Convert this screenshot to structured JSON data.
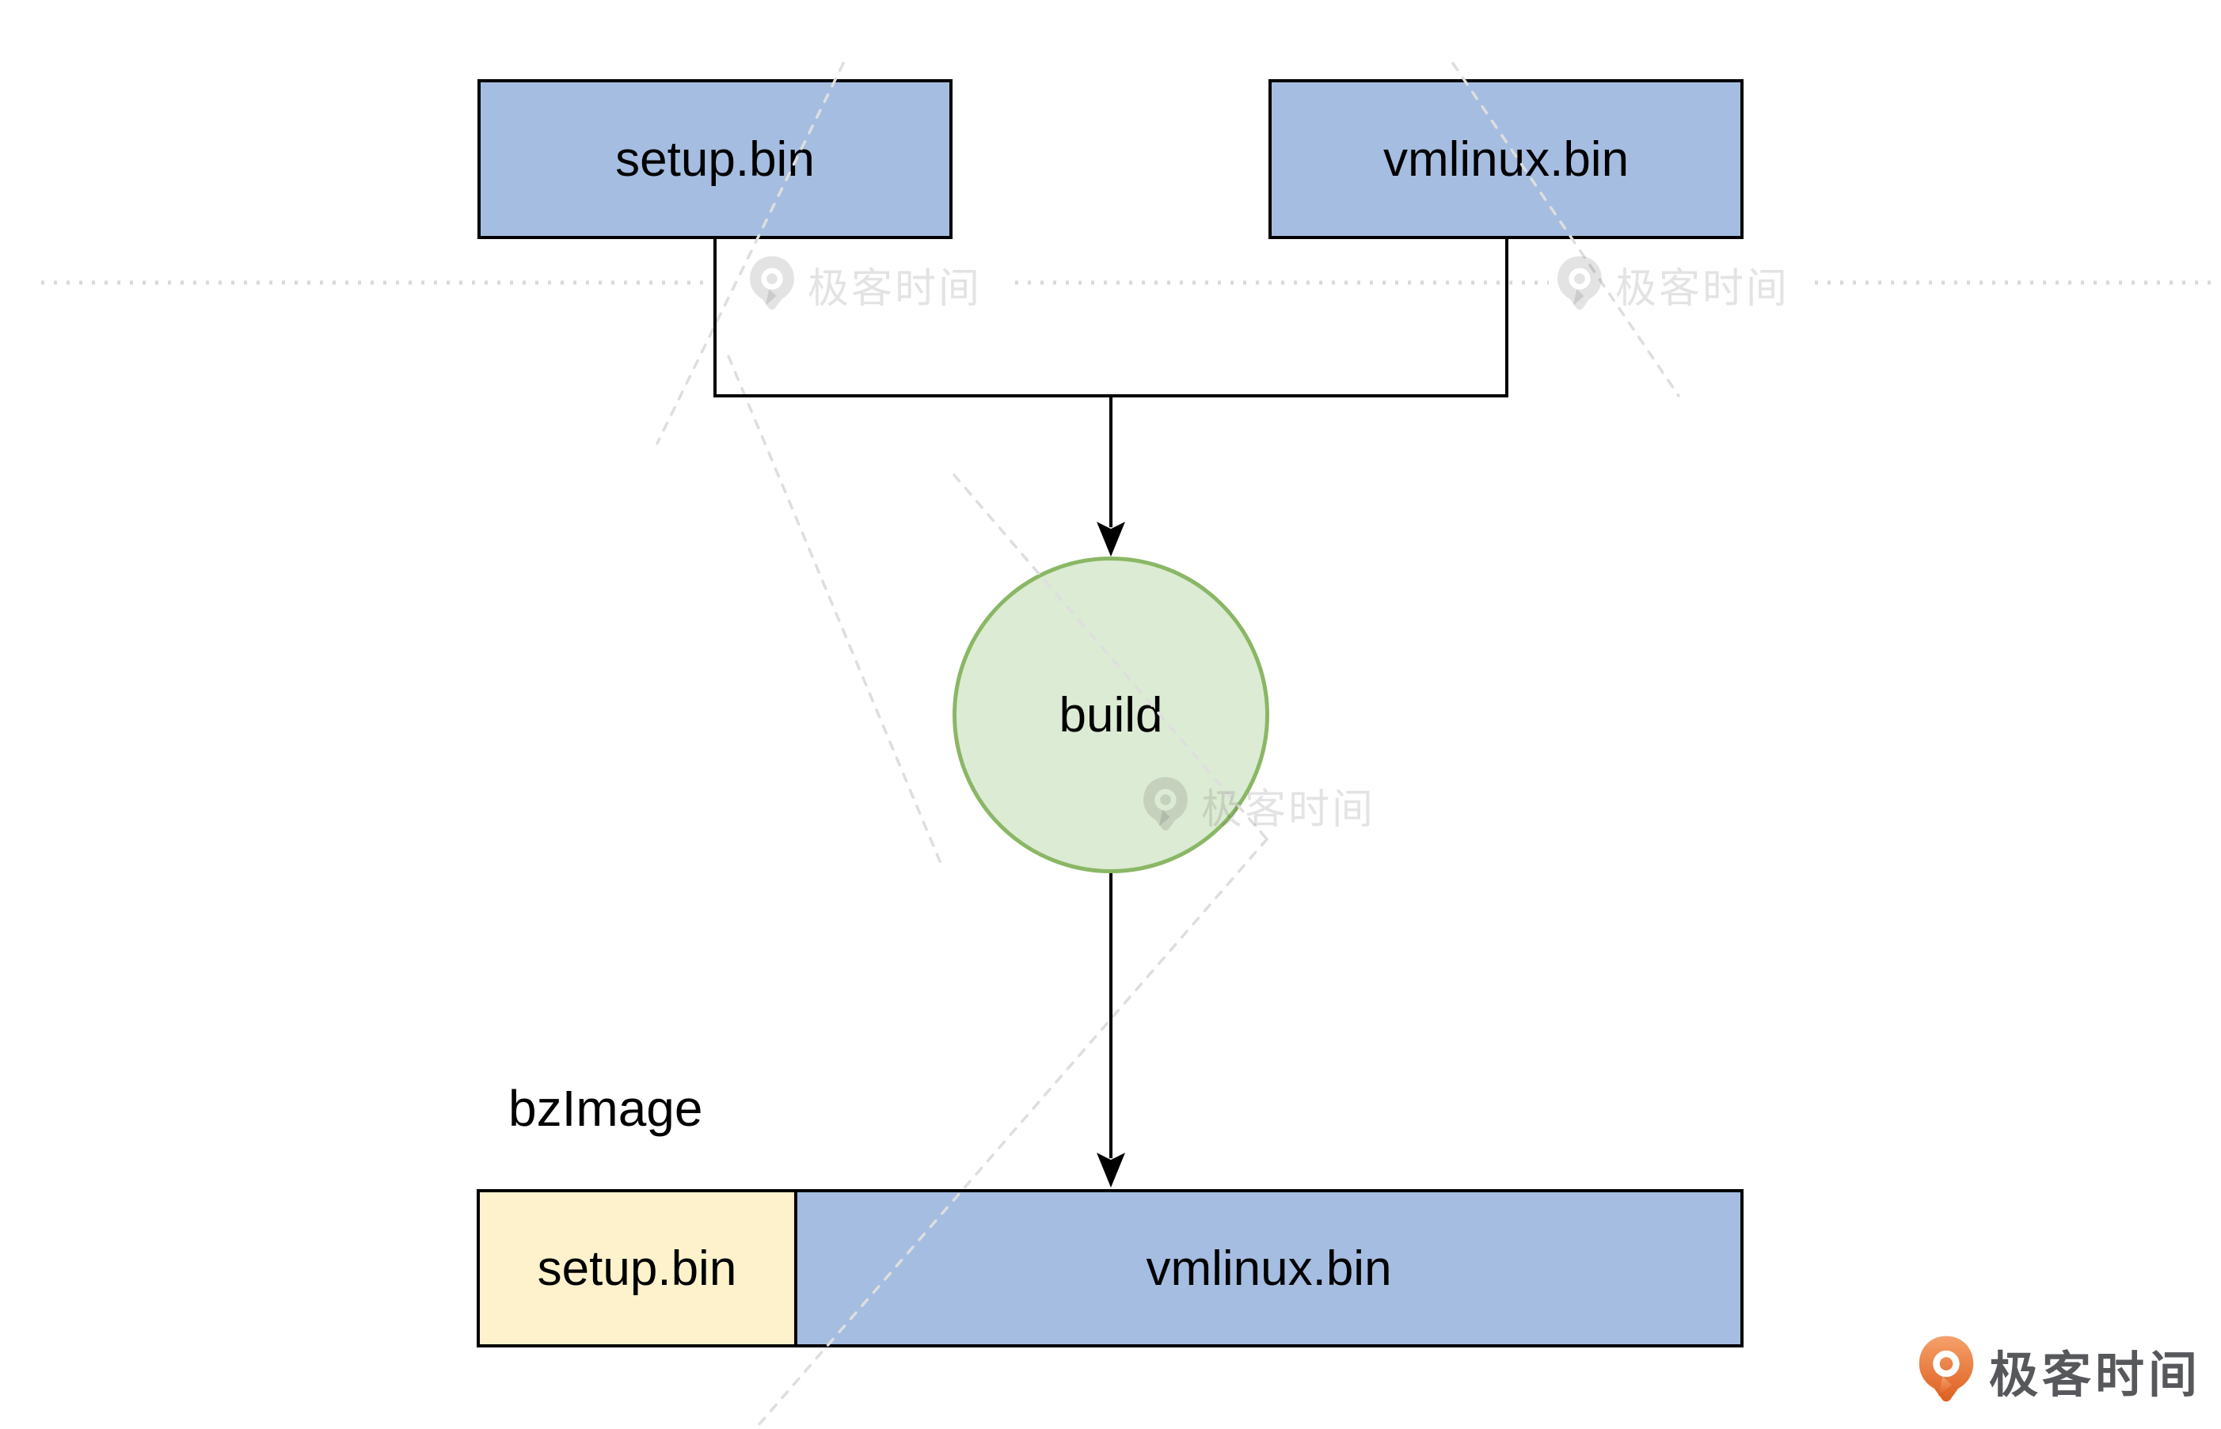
{
  "diagram": {
    "inputs": [
      {
        "label": "setup.bin"
      },
      {
        "label": "vmlinux.bin"
      }
    ],
    "process": {
      "label": "build"
    },
    "output": {
      "label": "bzImage",
      "segments": [
        {
          "label": "setup.bin"
        },
        {
          "label": "vmlinux.bin"
        }
      ]
    }
  },
  "watermark": {
    "brand_text": "极客时间",
    "gray_instances": 3
  },
  "brand_footer": {
    "text": "极客时间"
  },
  "colors": {
    "input_box_fill": "#a5bde1",
    "process_fill": "#dcebd3",
    "process_stroke": "#8ab765",
    "output_setup_fill": "#fdf2cc",
    "output_vmlinux_fill": "#a5bde1",
    "line": "#000000",
    "watermark_gray": "#e3e3e3",
    "brand_orange": "#e8703a",
    "brand_text_color": "#57585c"
  }
}
